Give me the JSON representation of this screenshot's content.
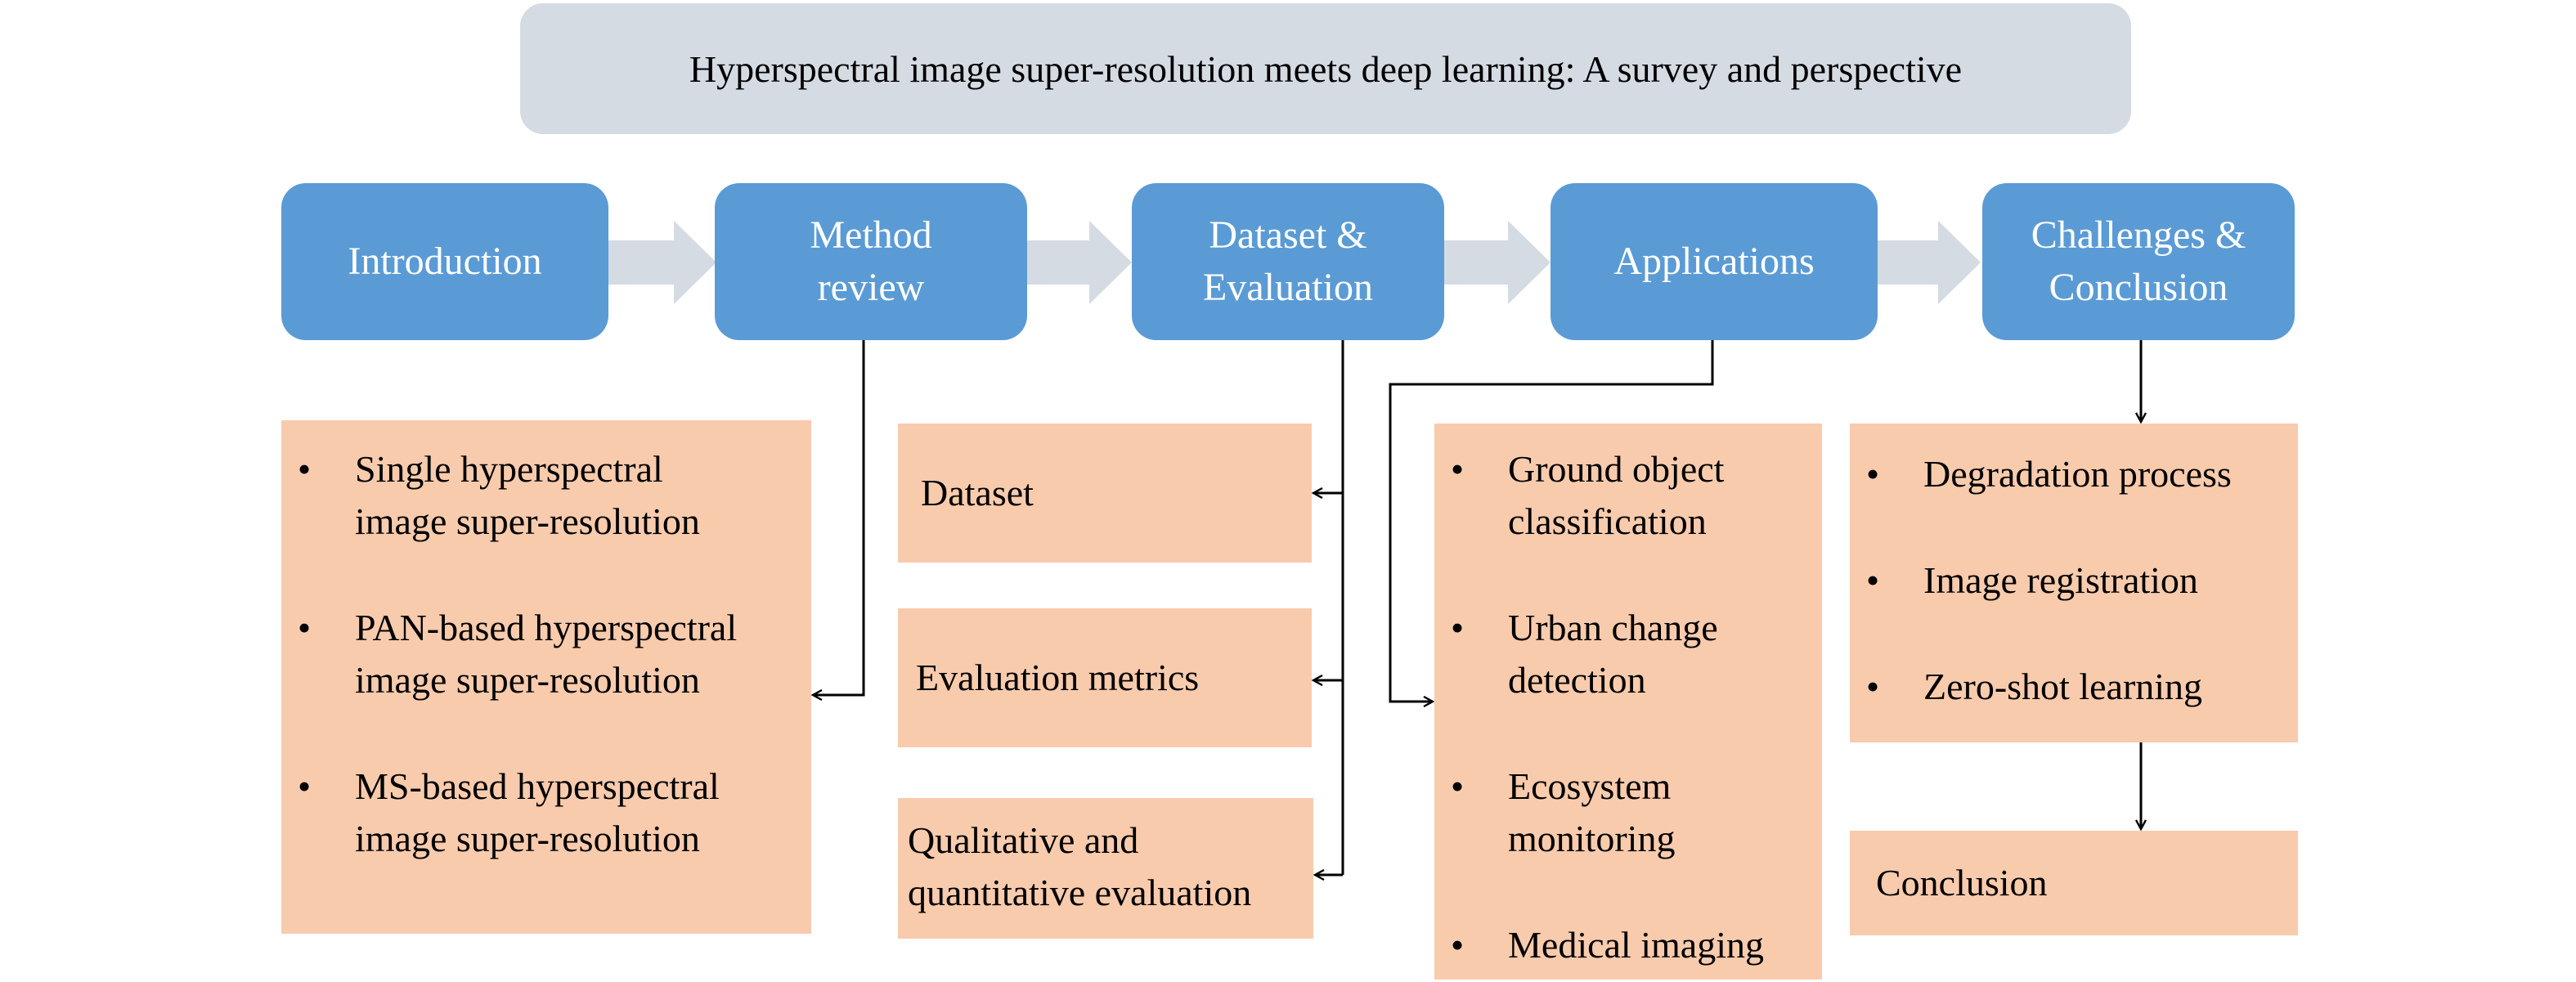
{
  "title": "Hyperspectral image super-resolution meets deep learning: A survey and perspective",
  "stages": [
    {
      "line1": "Introduction",
      "line2": ""
    },
    {
      "line1": "Method",
      "line2": "review"
    },
    {
      "line1": "Dataset &",
      "line2": "Evaluation"
    },
    {
      "line1": "Applications",
      "line2": ""
    },
    {
      "line1": "Challenges &",
      "line2": "Conclusion"
    }
  ],
  "method_review": {
    "items": [
      {
        "line1": "Single hyperspectral",
        "line2": "image super-resolution"
      },
      {
        "line1": "PAN-based hyperspectral",
        "line2": "image super-resolution"
      },
      {
        "line1": "MS-based hyperspectral",
        "line2": "image super-resolution"
      }
    ]
  },
  "dataset_evaluation": {
    "dataset": "Dataset",
    "metrics": "Evaluation metrics",
    "qualitative_line1": "Qualitative and",
    "qualitative_line2": "quantitative evaluation"
  },
  "applications": {
    "items": [
      {
        "line1": "Ground object",
        "line2": "classification"
      },
      {
        "line1": "Urban change",
        "line2": "detection"
      },
      {
        "line1": "Ecosystem",
        "line2": "monitoring"
      },
      {
        "line1": "Medical imaging",
        "line2": ""
      }
    ]
  },
  "challenges": {
    "items": [
      "Degradation process",
      "Image registration",
      "Zero-shot learning"
    ],
    "conclusion": "Conclusion"
  },
  "colors": {
    "title_bg": "#d5dbe3",
    "stage_bg": "#5b9bd5",
    "detail_bg": "#f8cbad",
    "flow_arrow": "#d5dbe3"
  }
}
